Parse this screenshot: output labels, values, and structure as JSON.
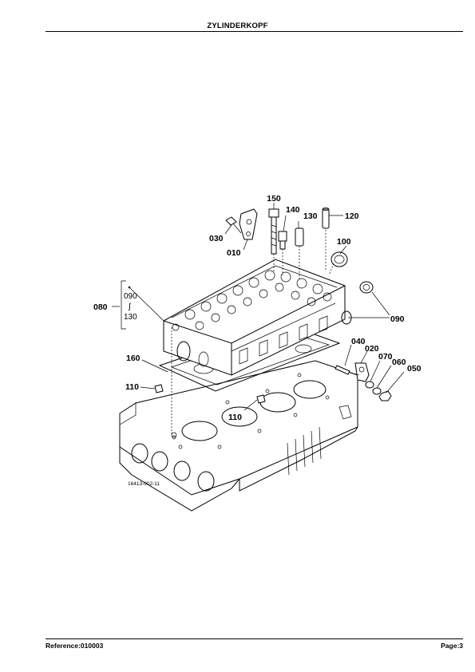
{
  "header": {
    "title": "ZYLINDERKOPF"
  },
  "footer": {
    "reference": "Reference:010003",
    "page": "Page:3"
  },
  "diagram": {
    "callouts": {
      "c150": "150",
      "c140": "140",
      "c130": "130",
      "c120": "120",
      "c030": "030",
      "c010": "010",
      "c100": "100",
      "c080": "080",
      "c090_range_start": "090",
      "c090_range_end": "130",
      "c090": "090",
      "c160": "160",
      "c110_left": "110",
      "c110_center": "110",
      "c040": "040",
      "c020": "020",
      "c070": "070",
      "c060": "060",
      "c050": "050"
    },
    "drawing_code": "16413-002-11"
  }
}
